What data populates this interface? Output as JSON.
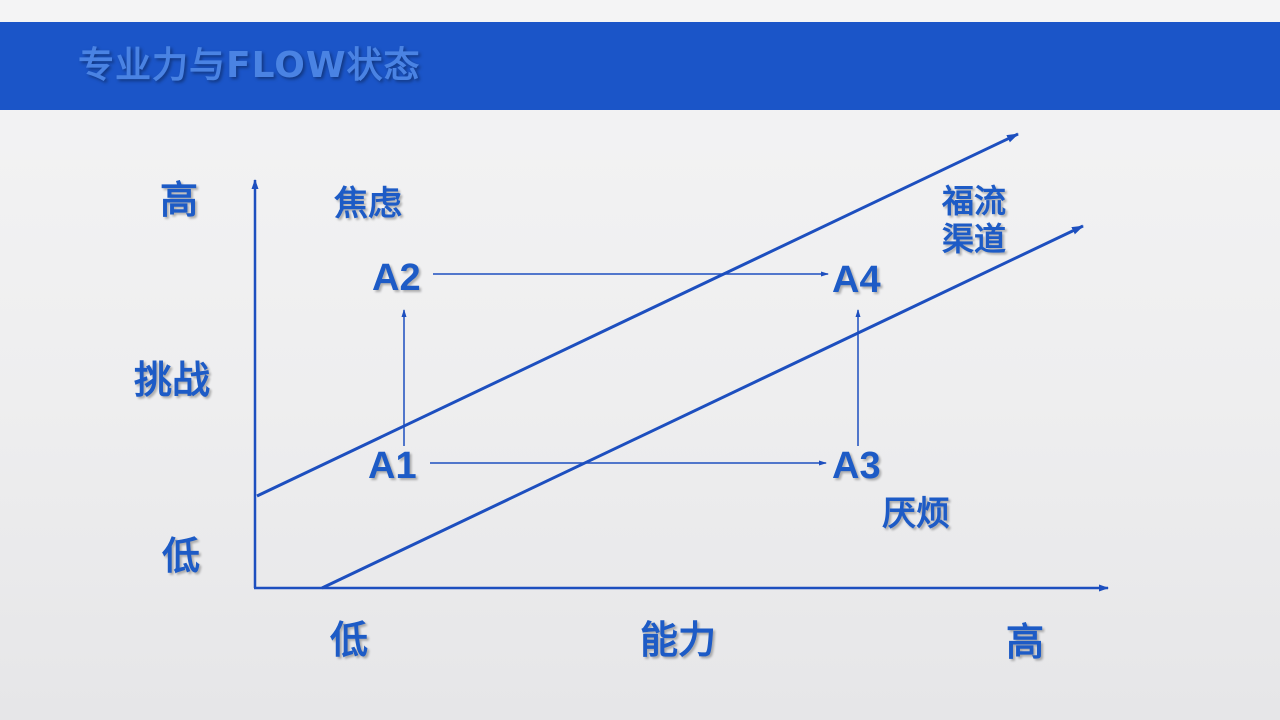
{
  "header": {
    "title": "专业力与FLOW状态"
  },
  "axes": {
    "y_label": "挑战",
    "y_high": "高",
    "y_low": "低",
    "x_label": "能力",
    "x_low": "低",
    "x_high": "高"
  },
  "zones": {
    "anxiety": "焦虑",
    "boredom": "厌烦",
    "flow_line1": "福流",
    "flow_line2": "渠道"
  },
  "nodes": {
    "a1": "A1",
    "a2": "A2",
    "a3": "A3",
    "a4": "A4"
  },
  "colors": {
    "title_bar": "#1b55c8",
    "title_text": "#4a83e3",
    "line": "#1d4fbf",
    "label": "#1d5bc6"
  }
}
